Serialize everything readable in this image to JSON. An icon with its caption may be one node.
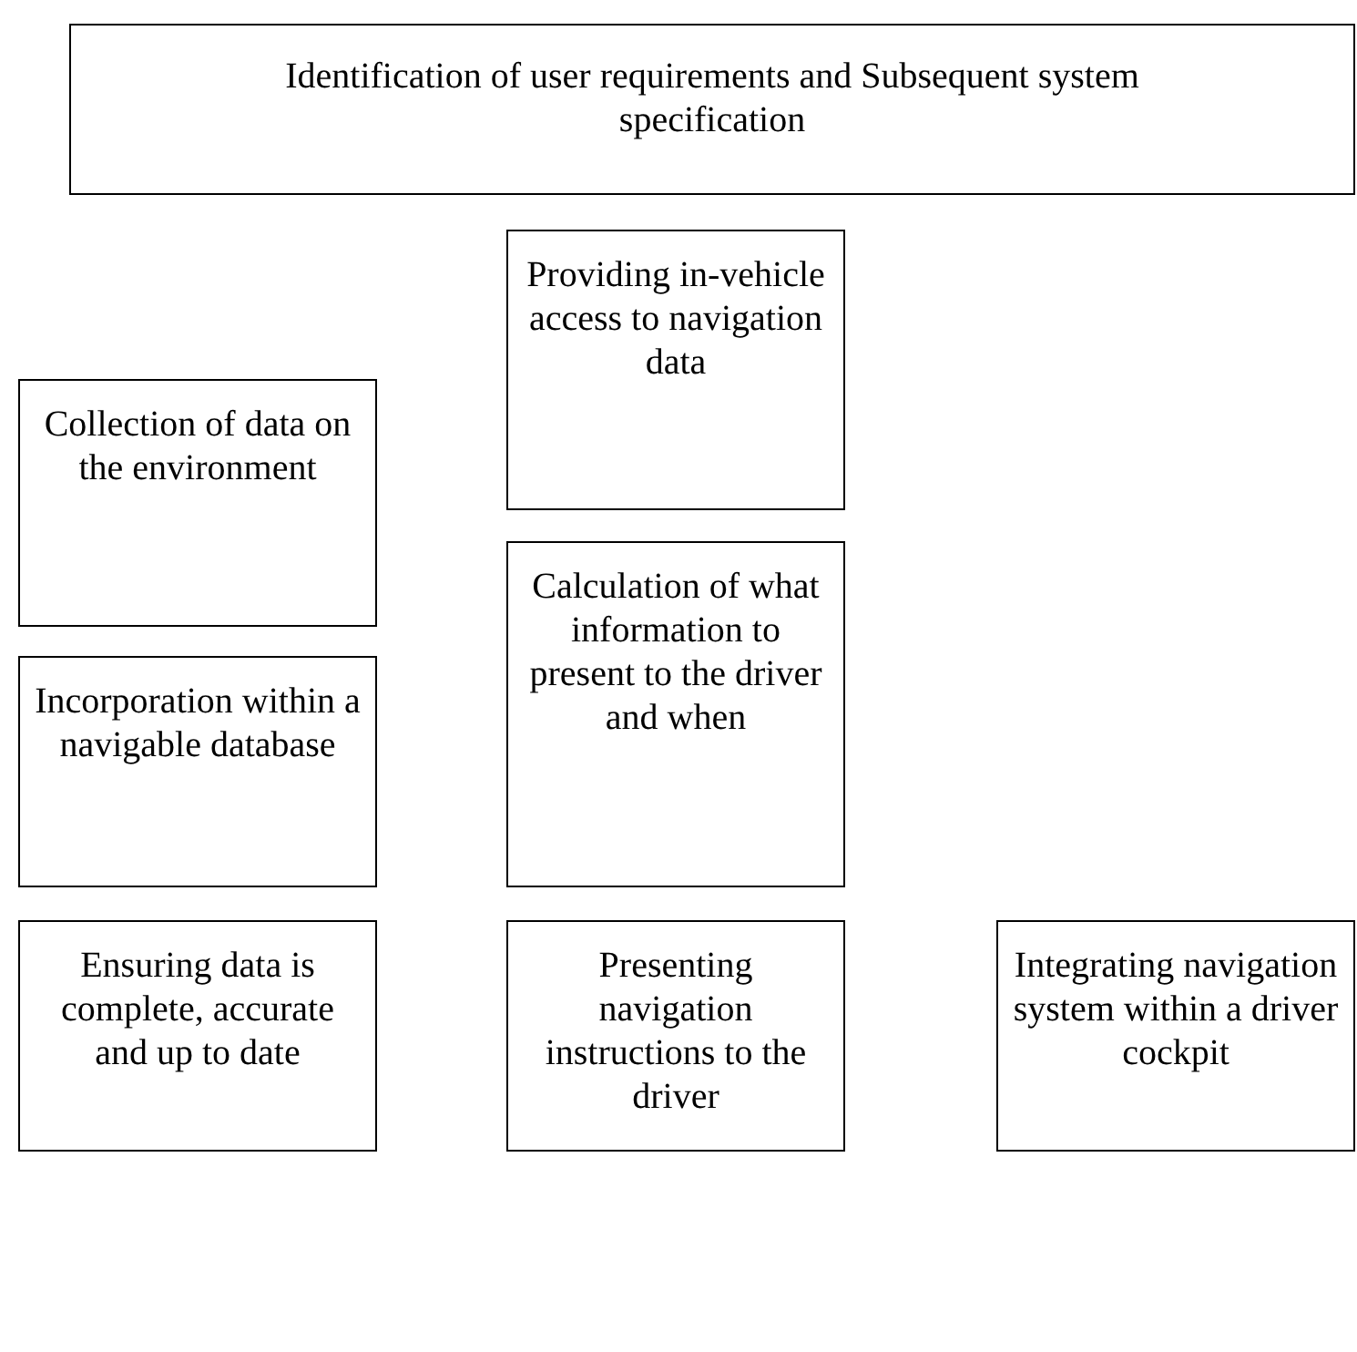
{
  "diagram": {
    "nodes": [
      {
        "text": [
          "Identification of user requirements and Subsequent system specification"
        ]
      },
      {
        "text": [
          "Collection of data on the environment"
        ]
      },
      {
        "text": [
          "Incorporation within a navigable database"
        ]
      },
      {
        "text": [
          "Ensuring data is complete, accurate and up to date"
        ]
      },
      {
        "text": [
          "Providing in-vehicle access to navigation data"
        ]
      },
      {
        "text": [
          "Calculation of what information to present to the driver and when"
        ]
      },
      {
        "text": [
          "Presenting navigation instructions to the driver"
        ]
      },
      {
        "text": [
          "Integrating navigation system within a driver cockpit"
        ]
      }
    ]
  }
}
